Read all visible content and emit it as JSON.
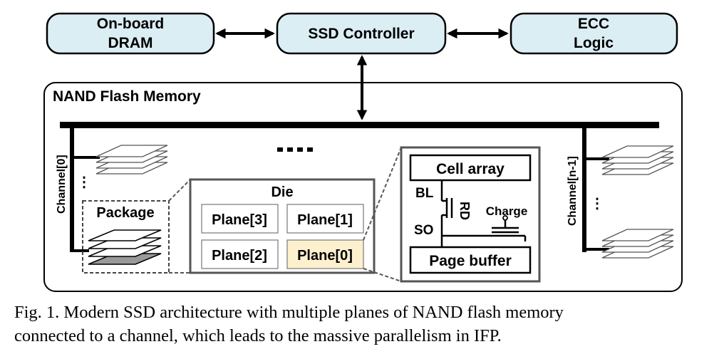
{
  "boxes": {
    "dram": [
      "On-board",
      "DRAM"
    ],
    "controller": "SSD Controller",
    "ecc": [
      "ECC",
      "Logic"
    ]
  },
  "nand": {
    "title": "NAND Flash Memory",
    "ellipsis": "▪▪▪▪",
    "channel_first": "Channel[0]",
    "channel_last": "Channel[n-1]",
    "package_label": "Package",
    "vdots": "⋮"
  },
  "die": {
    "title": "Die",
    "planes": [
      "Plane[3]",
      "Plane[1]",
      "Plane[2]",
      "Plane[0]"
    ]
  },
  "cell": {
    "cell_array": "Cell array",
    "page_buffer": "Page buffer",
    "bl": "BL",
    "so": "SO",
    "rd": "RD",
    "charge": "Charge"
  },
  "colors": {
    "box_fill": "#dbeef4",
    "highlight_plane": "#fdf0cf",
    "bottom_layer": "#999999",
    "stroke": "#000000"
  },
  "caption": {
    "line1": "Fig. 1.  Modern SSD architecture with multiple planes of NAND flash memory",
    "line2": "connected to a channel, which leads to the massive parallelism in IFP."
  }
}
